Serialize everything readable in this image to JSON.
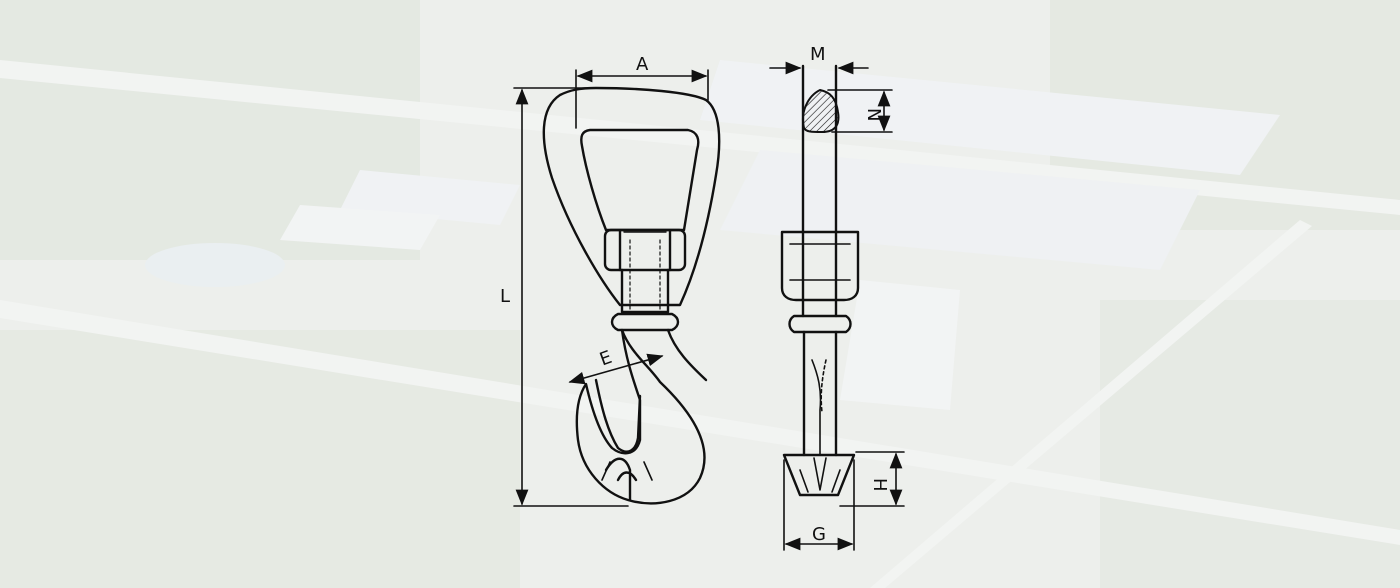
{
  "diagram": {
    "labels": {
      "A": "A",
      "L": "L",
      "E": "E",
      "M": "M",
      "N": "N",
      "H": "H",
      "G": "G"
    }
  },
  "colors": {
    "line": "#111111",
    "background_tint": "#e6eae6",
    "greenery": "#cdd6c8",
    "buildings": "#e9ecef"
  }
}
